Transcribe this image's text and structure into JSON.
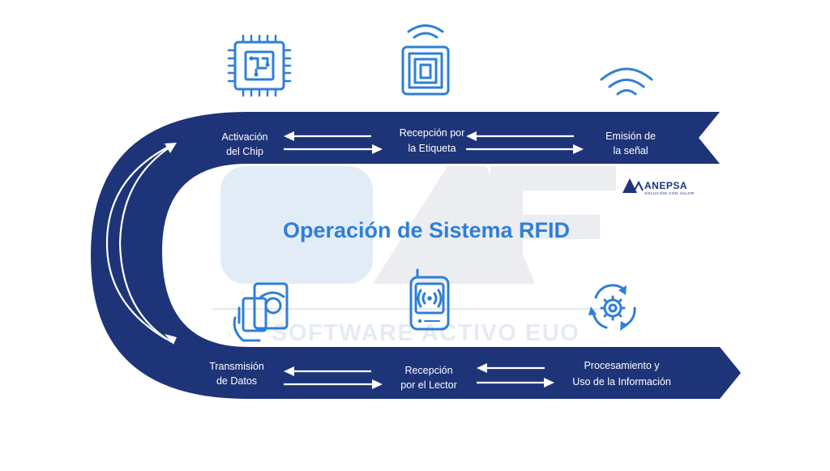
{
  "diagram": {
    "title": "Operación de Sistema RFID",
    "steps_top": [
      {
        "line1": "Activación",
        "line2": "del Chip",
        "icon": "chip-icon"
      },
      {
        "line1": "Recepción por",
        "line2": "la Etiqueta",
        "icon": "rfid-tag-icon"
      },
      {
        "line1": "Emisión de",
        "line2": "la señal",
        "icon": "wifi-signal-icon"
      }
    ],
    "steps_bottom": [
      {
        "line1": "Transmisión",
        "line2": "de Datos",
        "icon": "card-reader-icon"
      },
      {
        "line1": "Recepción",
        "line2": "por el Lector",
        "icon": "handheld-reader-icon"
      },
      {
        "line1": "Procesamiento y",
        "line2": "Uso de la Información",
        "icon": "gear-cycle-icon"
      }
    ]
  },
  "watermark": {
    "letters": "SAF",
    "text": "SOFTWARE ACTIVO EUO"
  },
  "logo": {
    "name": "ANEPSA",
    "tagline": "SOLUCIÓN CON VALOR"
  },
  "colors": {
    "band": "#1e3478",
    "title": "#2f7fd6",
    "icon": "#2f7fd6",
    "watermark_blue": "#e2ecf7",
    "watermark_gray": "#ebedf1"
  }
}
